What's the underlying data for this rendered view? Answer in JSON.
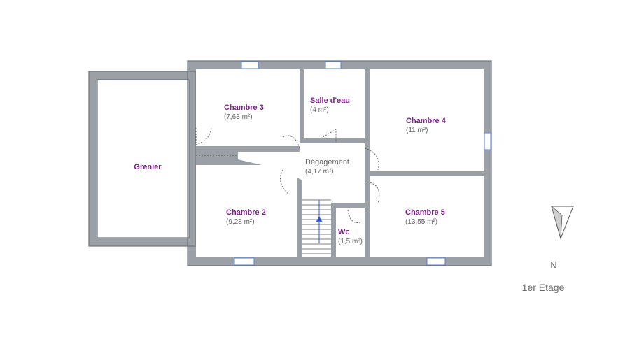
{
  "rooms": {
    "grenier": {
      "name": "Grenier",
      "area": ""
    },
    "chambre3": {
      "name": "Chambre 3",
      "area": "(7,63 m²)"
    },
    "salle_eau": {
      "name": "Salle d'eau",
      "area": "(4 m²)"
    },
    "chambre4": {
      "name": "Chambre 4",
      "area": "(11 m²)"
    },
    "degagement": {
      "name": "Dégagement",
      "area": "(4,17 m²)"
    },
    "chambre2": {
      "name": "Chambre 2",
      "area": "(9,28 m²)"
    },
    "chambre5": {
      "name": "Chambre 5",
      "area": "(13,55 m²)"
    },
    "wc": {
      "name": "Wc",
      "area": "(1,5 m²)"
    }
  },
  "compass": {
    "label": "N"
  },
  "floor": {
    "label": "1er Etage"
  },
  "colors": {
    "room_label": "#7a1f86",
    "area_label": "#666666",
    "wall": "#9aa0a6",
    "window": "#5a7fd0"
  }
}
